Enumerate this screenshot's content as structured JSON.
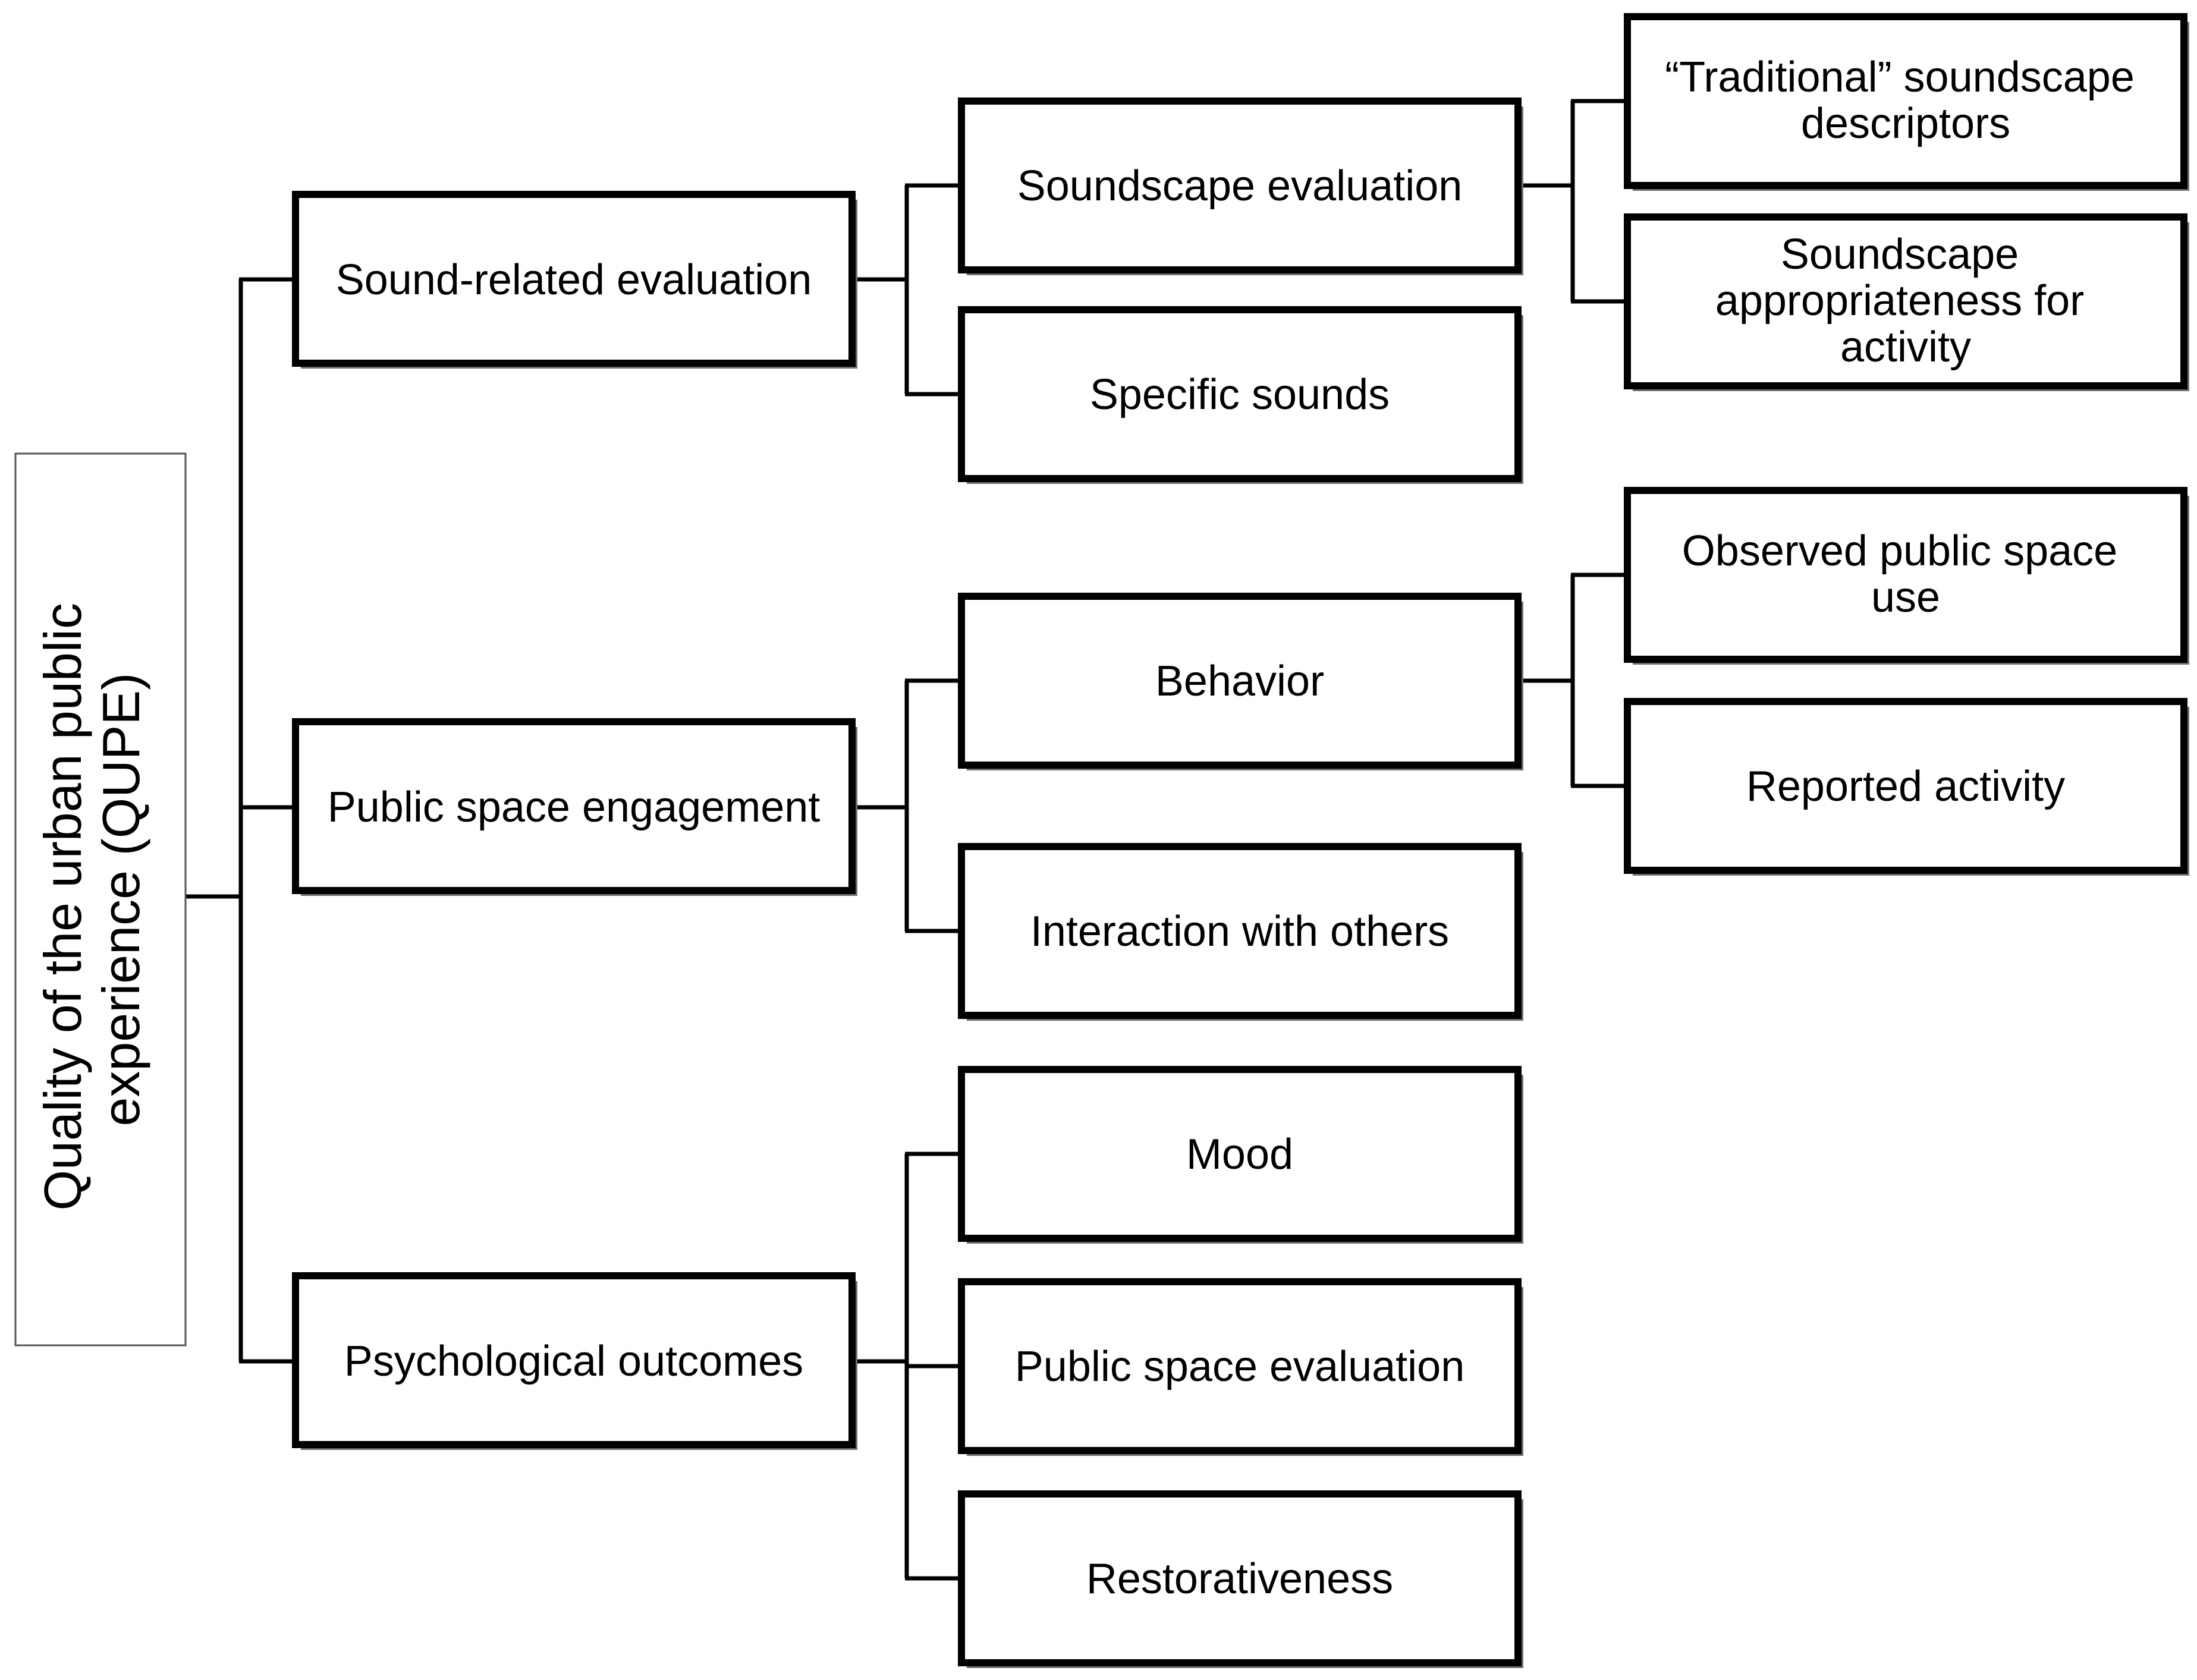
{
  "diagram": {
    "root": {
      "label_lines": [
        "Quality of the urban public",
        "experience (QUPE)"
      ]
    },
    "branches": [
      {
        "label": "Sound-related evaluation",
        "children": [
          {
            "label": "Soundscape evaluation",
            "children": [
              {
                "label_lines": [
                  "“Traditional” soundscape",
                  "descriptors"
                ]
              },
              {
                "label_lines": [
                  "Soundscape",
                  "appropriateness for",
                  "activity"
                ]
              }
            ]
          },
          {
            "label": "Specific sounds"
          }
        ]
      },
      {
        "label": "Public space engagement",
        "children": [
          {
            "label": "Behavior",
            "children": [
              {
                "label_lines": [
                  "Observed public space",
                  "use"
                ]
              },
              {
                "label_lines": [
                  "Reported activity"
                ]
              }
            ]
          },
          {
            "label": "Interaction with others"
          }
        ]
      },
      {
        "label": "Psychological outcomes",
        "children": [
          {
            "label": "Mood"
          },
          {
            "label": "Public space evaluation"
          },
          {
            "label": "Restorativeness"
          }
        ]
      }
    ]
  }
}
